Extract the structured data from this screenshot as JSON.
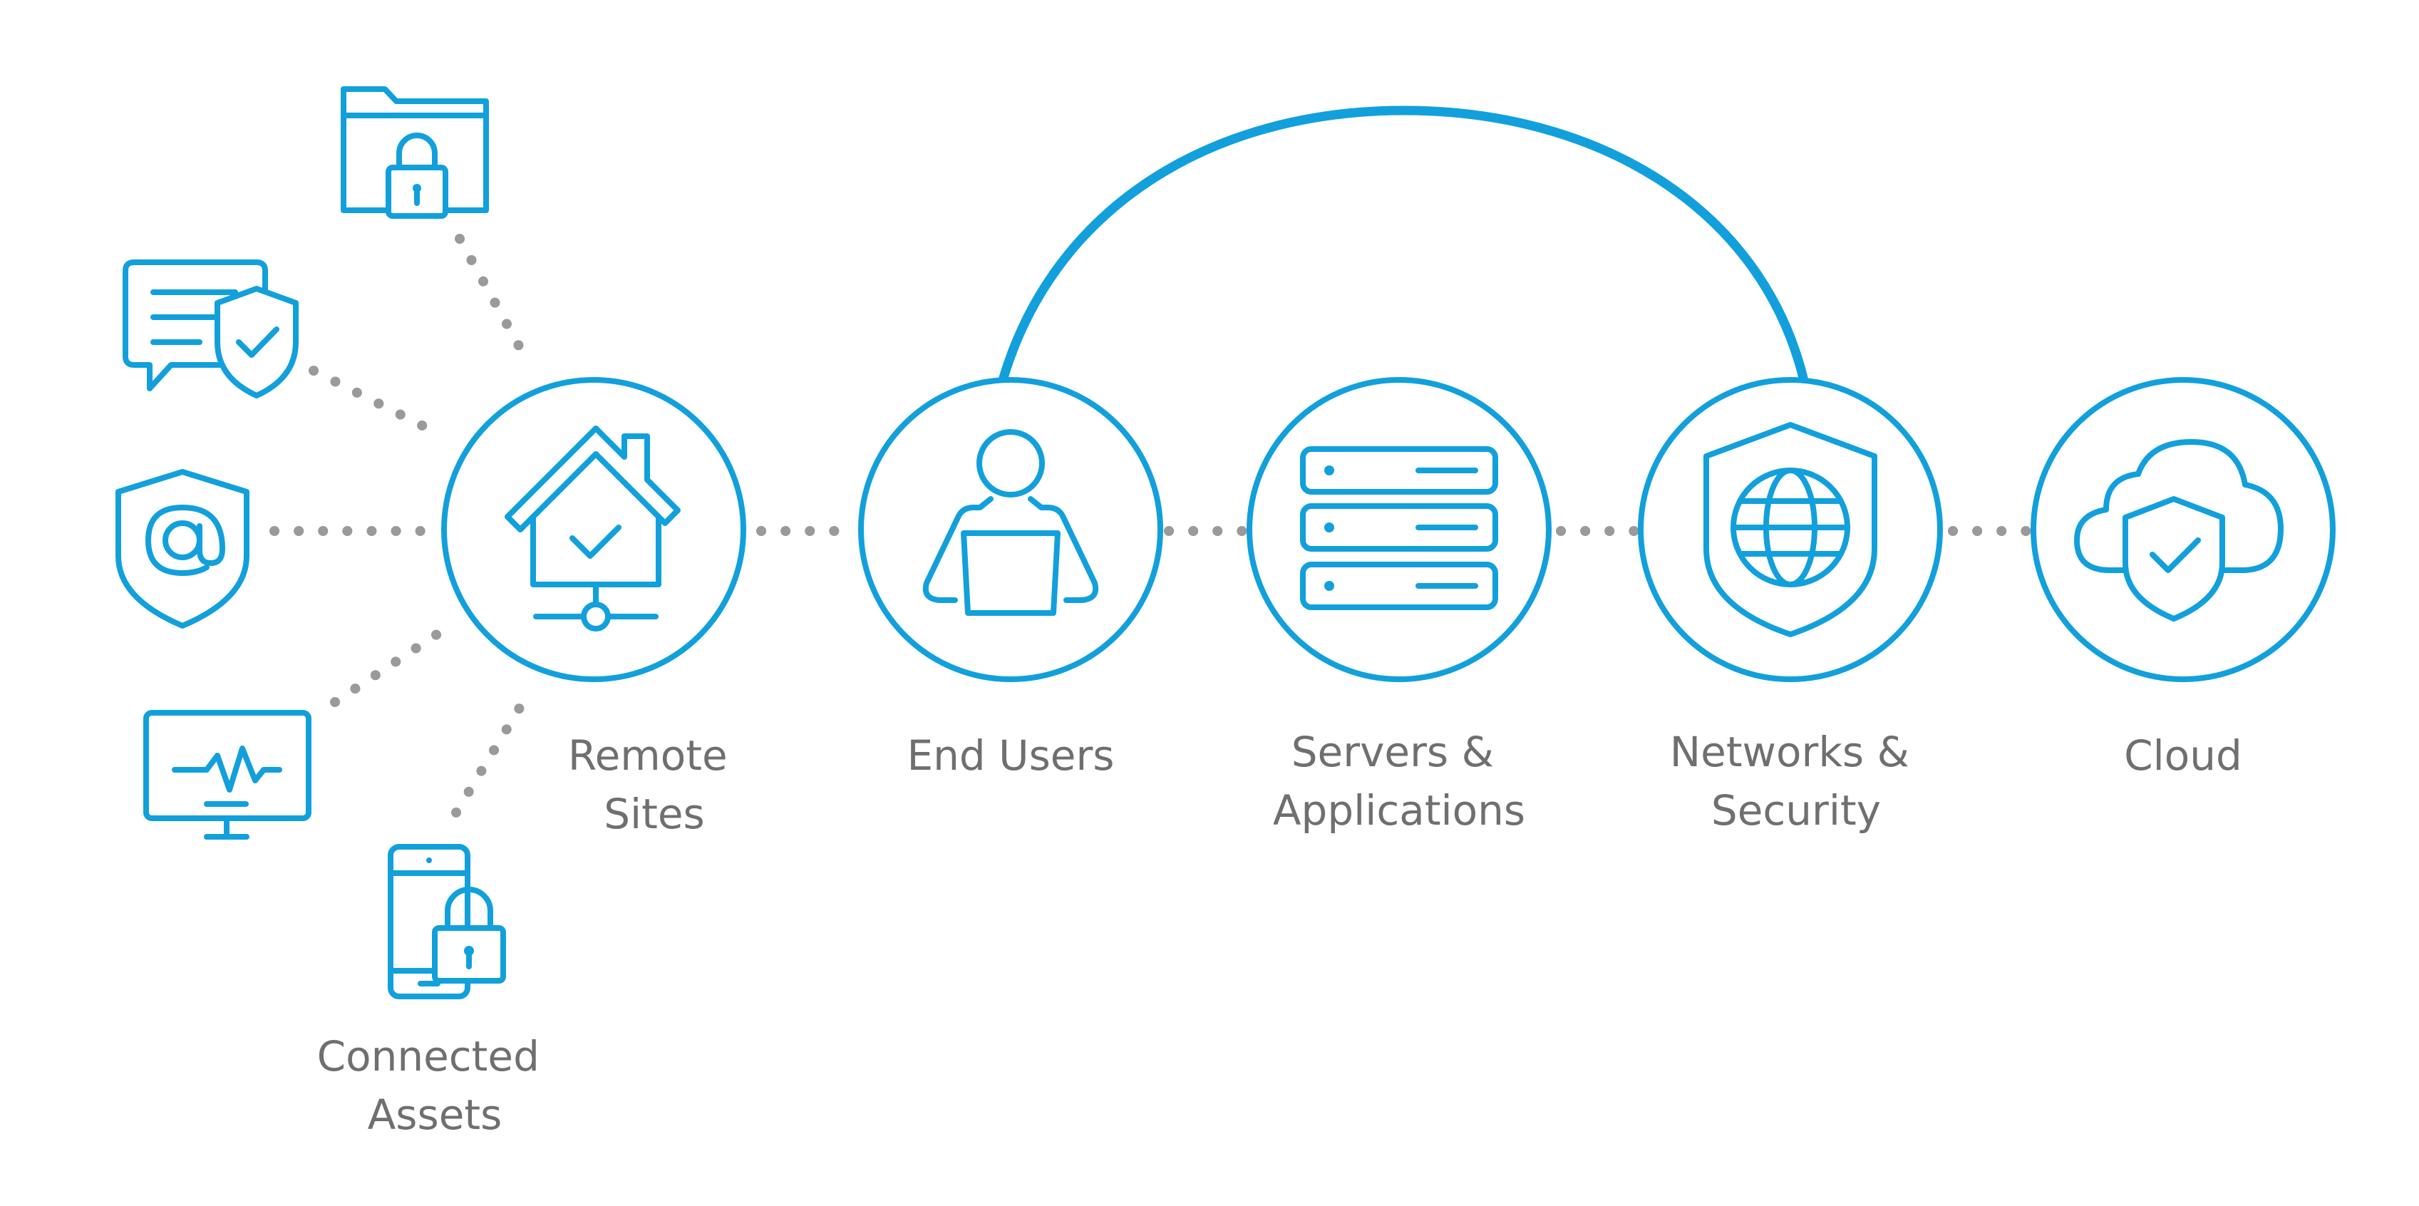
{
  "colors": {
    "accent": "#12a0dc",
    "connector": "#9a9a9a",
    "label": "#6f6f6f",
    "background": "#ffffff"
  },
  "nodes": [
    {
      "id": "remote-sites",
      "icon": "house-network-icon",
      "label_lines": [
        "Remote",
        "Sites"
      ]
    },
    {
      "id": "end-users",
      "icon": "user-laptop-icon",
      "label_lines": [
        "End Users"
      ]
    },
    {
      "id": "servers-applications",
      "icon": "server-rack-icon",
      "label_lines": [
        "Servers &",
        "Applications"
      ]
    },
    {
      "id": "networks-security",
      "icon": "globe-shield-icon",
      "label_lines": [
        "Networks &",
        "Security"
      ]
    },
    {
      "id": "cloud",
      "icon": "cloud-shield-icon",
      "label_lines": [
        "Cloud"
      ]
    }
  ],
  "satellite_icons": [
    {
      "id": "secure-folder",
      "icon": "folder-lock-icon"
    },
    {
      "id": "secure-messaging",
      "icon": "chat-shield-icon"
    },
    {
      "id": "email-security",
      "icon": "email-shield-icon"
    },
    {
      "id": "monitoring",
      "icon": "monitor-pulse-icon"
    },
    {
      "id": "mobile-device",
      "icon": "phone-lock-icon"
    }
  ],
  "connected_assets_label_lines": [
    "Connected",
    "Assets"
  ],
  "edges": [
    {
      "from": "remote-sites",
      "to": "end-users",
      "style": "dotted"
    },
    {
      "from": "end-users",
      "to": "servers-applications",
      "style": "dotted"
    },
    {
      "from": "servers-applications",
      "to": "networks-security",
      "style": "dotted"
    },
    {
      "from": "networks-security",
      "to": "cloud",
      "style": "dotted"
    },
    {
      "from": "end-users",
      "to": "networks-security",
      "style": "arc"
    }
  ]
}
